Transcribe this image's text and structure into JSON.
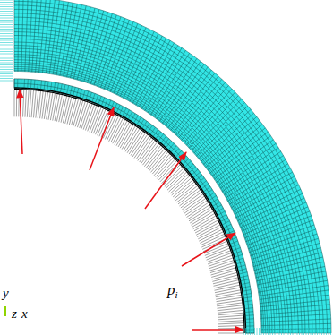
{
  "diagram": {
    "labels": [
      "p",
      "i",
      "y",
      "z",
      "x"
    ]
  }
}
